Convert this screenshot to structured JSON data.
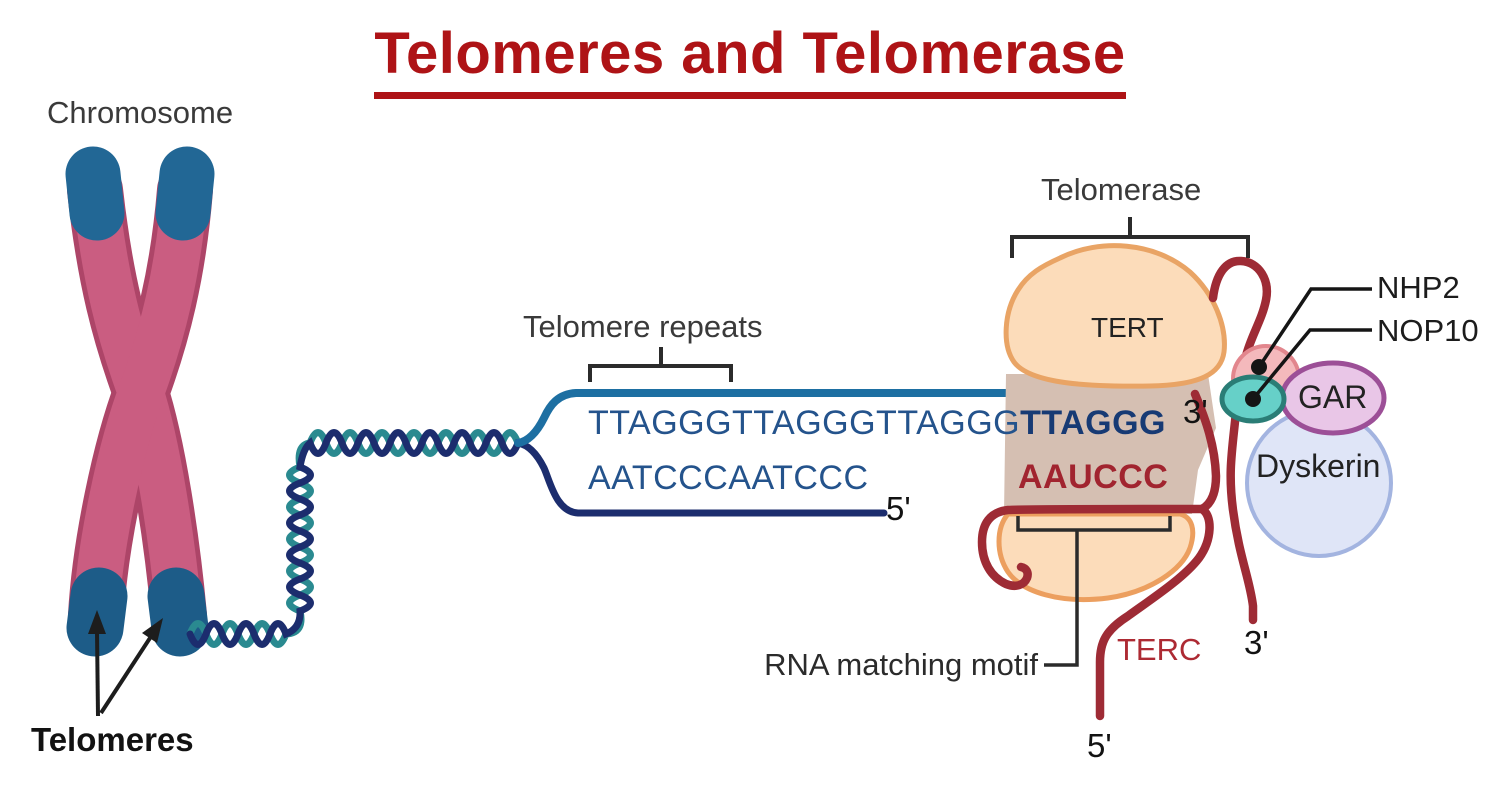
{
  "title": "Telomeres and Telomerase",
  "labels": {
    "chromosome": "Chromosome",
    "telomeres": "Telomeres",
    "telomere_repeats": "Telomere repeats",
    "telomerase": "Telomerase",
    "tert": "TERT",
    "terc": "TERC",
    "rna_matching_motif": "RNA matching motif",
    "nhp2": "NHP2",
    "nop10": "NOP10",
    "gar": "GAR",
    "dyskerin": "Dyskerin"
  },
  "sequences": {
    "dna_top_repeats": "TTAGGGTTAGGGTTAGGG",
    "dna_top_new_repeat": "TTAGGG",
    "dna_bottom": "AATCCCAATCCC",
    "rna_template": "AAUCCC"
  },
  "strand_ends": {
    "dna_top_3prime": "3'",
    "dna_bottom_5prime": "5'",
    "terc_5prime": "5'",
    "terc_3prime": "3'"
  },
  "colors": {
    "title_red": "#ae1316",
    "terc_maroon": "#9e2b35",
    "dna_top_strand_blue": "#1d6fa2",
    "dna_bottom_strand_navy": "#1c2d6e",
    "helix_teal": "#2a8a90",
    "sequence_blue": "#24538c",
    "sequence_bold_navy": "#173a74",
    "rna_template_red": "#a1242f",
    "tert_fill": "#fcdcba",
    "tert_outline": "#e9a465",
    "tan_band": "#d5bfb2",
    "chromosome_rose": "#ca5d81",
    "telomere_cap_blue": "#226795",
    "nhp2_pink": "#f4b9bc",
    "nop10_teal": "#66d0c8",
    "gar_plum": "#e9c6e7",
    "dyskerin_lavender": "#dfe5f7"
  }
}
